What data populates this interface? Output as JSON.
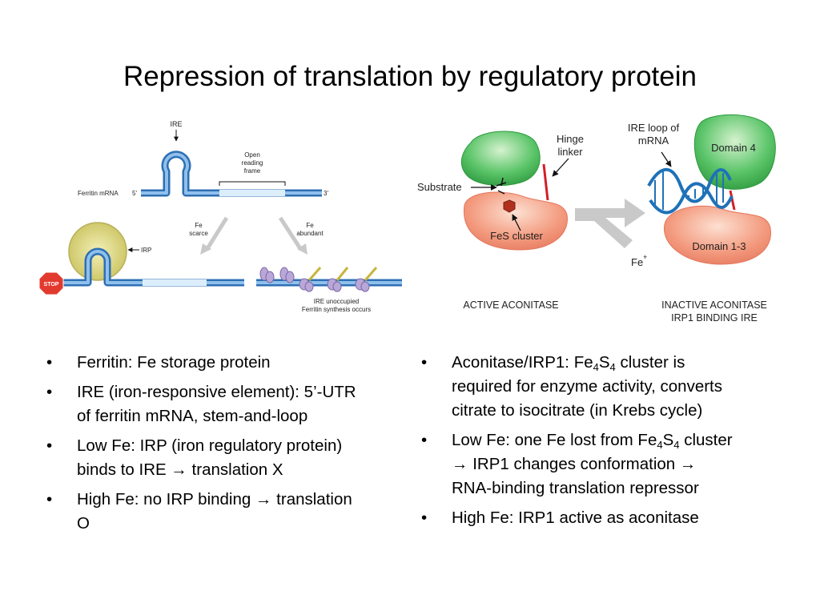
{
  "title": "Repression of translation by regulatory protein",
  "ferritin_figure": {
    "ire_label": "IRE",
    "orf_label": [
      "Open",
      "reading",
      "frame"
    ],
    "mrna_label": "Ferritin mRNA",
    "five_prime": "5'",
    "three_prime": "3'",
    "fe_scarce": [
      "Fe",
      "scarce"
    ],
    "fe_abundant": [
      "Fe",
      "abundant"
    ],
    "irp_label": "IRP",
    "stop_label": "STOP",
    "result_caption": [
      "IRE unoccupied",
      "Ferritin synthesis occurs"
    ]
  },
  "aconitase_figure": {
    "hinge_label": [
      "Hinge",
      "linker"
    ],
    "substrate_label": "Substrate",
    "fes_label": "FeS cluster",
    "ire_loop_label": [
      "IRE loop of",
      "mRNA"
    ],
    "domain4_label": "Domain 4",
    "domain13_label": "Domain 1-3",
    "fe_plus_label": "Fe",
    "fe_plus_sup": "+",
    "active_caption": "ACTIVE ACONITASE",
    "inactive_caption": [
      "INACTIVE ACONITASE",
      "IRP1 BINDING IRE"
    ]
  },
  "bullets_left": [
    {
      "lines": [
        "Ferritin: Fe storage protein"
      ]
    },
    {
      "lines": [
        "IRE (iron-responsive element): 5’-UTR",
        "of ferritin mRNA, stem-and-loop"
      ]
    },
    {
      "lines": [
        "Low Fe: IRP (iron regulatory protein)",
        "binds to IRE → translation X"
      ]
    },
    {
      "lines": [
        "High Fe: no IRP binding → translation",
        "O"
      ]
    }
  ],
  "bullets_right": {
    "b1": {
      "pre": "Aconitase/IRP1: Fe",
      "sub1": "4",
      "mid": "S",
      "sub2": "4",
      "post": " cluster is",
      "line2": "required for enzyme activity, converts",
      "line3": "citrate to isocitrate (in Krebs cycle)"
    },
    "b2": {
      "pre": "Low Fe: one Fe lost from Fe",
      "sub1": "4",
      "mid": "S",
      "sub2": "4",
      "post": " cluster",
      "line2": "→ IRP1 changes conformation →",
      "line3": "RNA-binding translation repressor"
    },
    "b3": {
      "text": "High Fe: IRP1 active as aconitase"
    }
  }
}
